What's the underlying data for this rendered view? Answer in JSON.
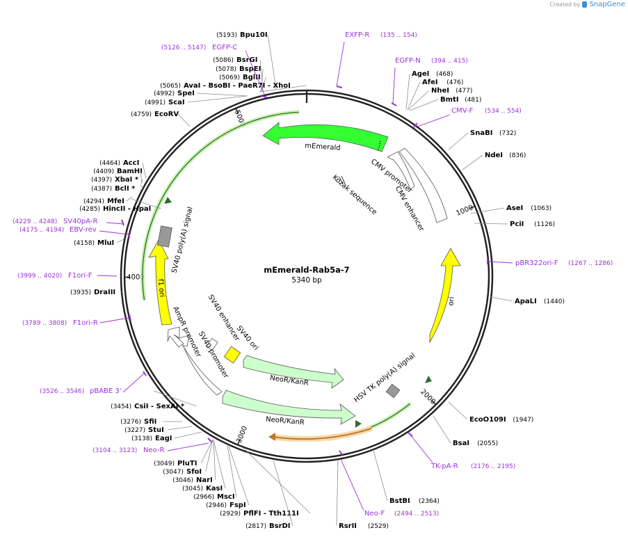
{
  "branding": {
    "created_by": "Created by",
    "product": "SnapGene"
  },
  "map": {
    "name": "mEmerald-Rab5a-7",
    "length_label": "5340 bp",
    "total_bp": 5340,
    "ticks": [
      "1000",
      "2000",
      "3000",
      "4000",
      "5000"
    ]
  },
  "colors": {
    "primer": "#9b30d9",
    "enzyme_line": "#8c8c8c",
    "backbone": "#222222"
  },
  "features": [
    {
      "label": "mEmerald",
      "color": "#33ff33",
      "kind": "arrow"
    },
    {
      "label": "CMV promoter",
      "color": "#ffffff",
      "kind": "arrow"
    },
    {
      "label": "CMV enhancer",
      "color": "#ffffff",
      "kind": "box"
    },
    {
      "label": "Kozak sequence",
      "color": "#000000",
      "kind": "mark"
    },
    {
      "label": "ori",
      "color": "#ffff00",
      "kind": "arrow"
    },
    {
      "label": "HSV TK poly(A) signal",
      "color": "#999999",
      "kind": "box"
    },
    {
      "label": "NeoR/KanR",
      "color": "#ccffcc",
      "kind": "arrow"
    },
    {
      "label": "SV40 ori",
      "color": "#ffff00",
      "kind": "box"
    },
    {
      "label": "SV40 enhancer",
      "color": "#ffffff",
      "kind": "box"
    },
    {
      "label": "SV40 promoter",
      "color": "#ffffff",
      "kind": "arrow"
    },
    {
      "label": "AmpR promoter",
      "color": "#ffffff",
      "kind": "arrow"
    },
    {
      "label": "f1 ori",
      "color": "#ffff00",
      "kind": "arrow"
    },
    {
      "label": "SV40 poly(A) signal",
      "color": "#999999",
      "kind": "box"
    }
  ],
  "enzymes": [
    {
      "name": "Bpu10I",
      "pos": "(5193)"
    },
    {
      "name": "BsrGI",
      "pos": "(5086)"
    },
    {
      "name": "BspEI",
      "pos": "(5078)"
    },
    {
      "name": "BglII",
      "pos": "(5069)"
    },
    {
      "name": "AvaI - BsoBI - PaeR7I - XhoI",
      "pos": "(5065)"
    },
    {
      "name": "SpeI",
      "pos": "(4992)"
    },
    {
      "name": "ScaI",
      "pos": "(4991)"
    },
    {
      "name": "EcoRV",
      "pos": "(4759)"
    },
    {
      "name": "AccI",
      "pos": "(4464)"
    },
    {
      "name": "BamHI",
      "pos": "(4409)"
    },
    {
      "name": "XbaI *",
      "pos": "(4397)"
    },
    {
      "name": "BclI *",
      "pos": "(4387)"
    },
    {
      "name": "MfeI",
      "pos": "(4294)"
    },
    {
      "name": "HincII - HpaI",
      "pos": "(4285)"
    },
    {
      "name": "MluI",
      "pos": "(4158)"
    },
    {
      "name": "DraIII",
      "pos": "(3935)"
    },
    {
      "name": "CsiI - SexAI *",
      "pos": "(3454)"
    },
    {
      "name": "SfiI",
      "pos": "(3276)"
    },
    {
      "name": "StuI",
      "pos": "(3227)"
    },
    {
      "name": "EagI",
      "pos": "(3138)"
    },
    {
      "name": "PluTI",
      "pos": "(3049)"
    },
    {
      "name": "SfoI",
      "pos": "(3047)"
    },
    {
      "name": "NarI",
      "pos": "(3046)"
    },
    {
      "name": "KasI",
      "pos": "(3045)"
    },
    {
      "name": "MscI",
      "pos": "(2966)"
    },
    {
      "name": "FspI",
      "pos": "(2946)"
    },
    {
      "name": "PflFI - Tth111I",
      "pos": "(2929)"
    },
    {
      "name": "BsrDI",
      "pos": "(2817)"
    },
    {
      "name": "RsrII",
      "pos": "(2529)"
    },
    {
      "name": "BstBI",
      "pos": "(2364)"
    },
    {
      "name": "BsaI",
      "pos": "(2055)"
    },
    {
      "name": "EcoO109I",
      "pos": "(1947)"
    },
    {
      "name": "ApaLI",
      "pos": "(1440)"
    },
    {
      "name": "PciI",
      "pos": "(1126)"
    },
    {
      "name": "AseI",
      "pos": "(1063)"
    },
    {
      "name": "NdeI",
      "pos": "(836)"
    },
    {
      "name": "SnaBI",
      "pos": "(732)"
    },
    {
      "name": "BmtI",
      "pos": "(481)"
    },
    {
      "name": "NheI",
      "pos": "(477)"
    },
    {
      "name": "AfeI",
      "pos": "(476)"
    },
    {
      "name": "AgeI",
      "pos": "(468)"
    }
  ],
  "primers": [
    {
      "name": "EXFP-R",
      "range": "(135 .. 154)"
    },
    {
      "name": "EGFP-C",
      "range": "(5126 .. 5147)"
    },
    {
      "name": "EGFP-N",
      "range": "(394 .. 415)"
    },
    {
      "name": "CMV-F",
      "range": "(534 .. 554)"
    },
    {
      "name": "SV40pA-R",
      "range": "(4229 .. 4248)"
    },
    {
      "name": "EBV-rev",
      "range": "(4175 .. 4194)"
    },
    {
      "name": "F1ori-F",
      "range": "(3999 .. 4020)"
    },
    {
      "name": "F1ori-R",
      "range": "(3789 .. 3808)"
    },
    {
      "name": "pBABE 3'",
      "range": "(3526 .. 3546)"
    },
    {
      "name": "Neo-R",
      "range": "(3104 .. 3123)"
    },
    {
      "name": "Neo-F",
      "range": "(2494 .. 2513)"
    },
    {
      "name": "TK-pA-R",
      "range": "(2176 .. 2195)"
    },
    {
      "name": "pBR322ori-F",
      "range": "(1267 .. 1286)"
    }
  ]
}
